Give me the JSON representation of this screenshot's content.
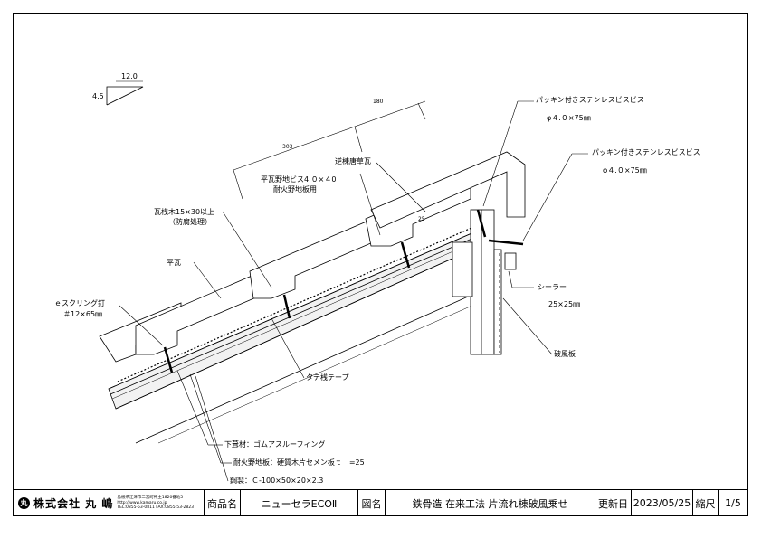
{
  "labels": {
    "packing_screw_1": "パッキン付きステンレスビスビス",
    "packing_screw_1_size": "φ４.０×75㎜",
    "packing_screw_2": "パッキン付きステンレスビスビス",
    "packing_screw_2_size": "φ４.０×75㎜",
    "ridge_tile": "逆棟唐草瓦",
    "flat_tile_screw": "平瓦野地ビス4.０×４0",
    "flat_tile_screw_sub": "耐火野地板用",
    "batten": "瓦桟木15×30以上",
    "batten_sub": "（防腐処理）",
    "flat_tile": "平瓦",
    "ring_nail": "ｅスクリング釘",
    "ring_nail_size": "＃12×65㎜",
    "sealer": "シーラー",
    "sealer_size": "25×25㎜",
    "barge_board": "破風板",
    "tate_tape": "タテ桟テープ",
    "underlay": "下葺材：ゴムアスルーフィング",
    "sheathing": "耐火野地板：硬質木片セメン板ｔ　=25",
    "steel": "鋼製：Ｃ-100×50×20×2.3"
  },
  "dimensions": {
    "slope_run": "12.0",
    "slope_rise": "4.5",
    "dim_a": "180",
    "dim_b": "303",
    "dim_c": "25"
  },
  "titleblock": {
    "company_mark": "丸",
    "company_name": "株式会社 丸 嶋",
    "address_line1": "島根県江津市二宮町神主1820番地5",
    "address_line2": "http://www.kamaru.co.jp",
    "address_line3": "TEL:0855-53-0811 FAX:0855-53-2823",
    "product_label": "商品名",
    "product_value": "ニューセラECOⅡ",
    "drawing_label": "図名",
    "drawing_value": "鉄骨造 在来工法 片流れ棟破風乗せ",
    "updated_label": "更新日",
    "updated_value": "2023/05/25",
    "scale_label": "縮尺",
    "scale_value": "1/5"
  }
}
